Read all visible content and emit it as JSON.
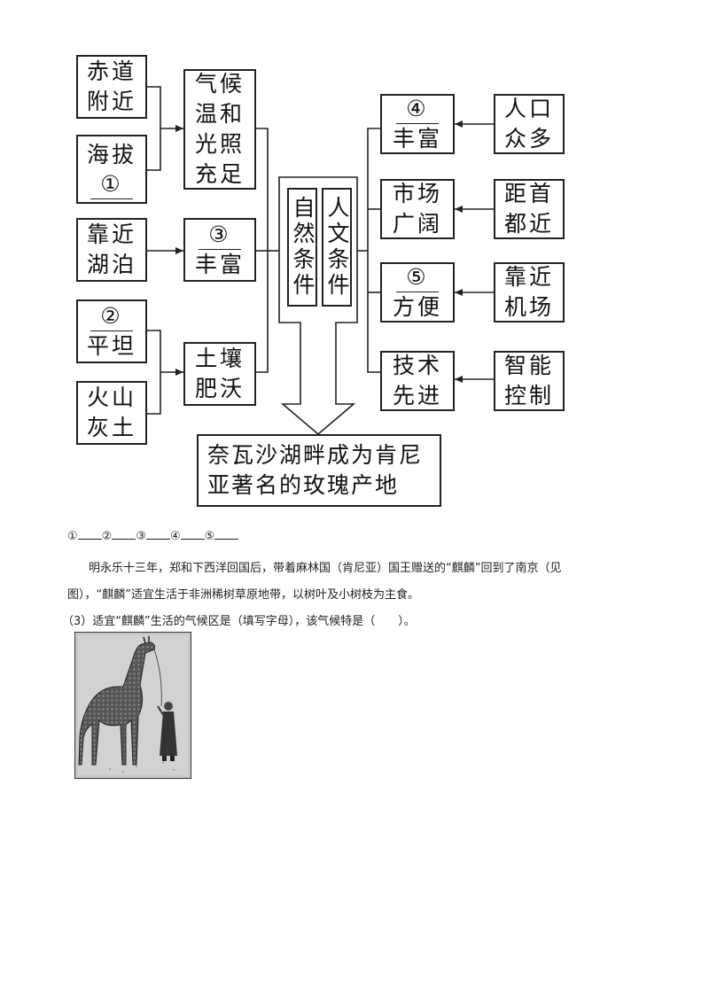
{
  "diagram": {
    "left": {
      "b1": [
        "赤道",
        "附近"
      ],
      "b2": {
        "line1": "海拔",
        "blank": "①"
      },
      "b3": [
        "靠近",
        "湖泊"
      ],
      "b4": {
        "blank": "②",
        "line2": "平坦"
      },
      "b5": [
        "火山",
        "灰土"
      ]
    },
    "mid_left": {
      "climate": [
        "气候",
        "温和",
        "光照",
        "充足"
      ],
      "water": {
        "blank": "③",
        "line2": "丰富"
      },
      "soil": [
        "土壤",
        "肥沃"
      ]
    },
    "center": {
      "natural": "自然条件",
      "human": "人文条件"
    },
    "result": [
      "奈瓦沙湖畔成为肯尼",
      "亚著名的玫瑰产地"
    ],
    "mid_right": {
      "r1": {
        "blank": "④",
        "line2": "丰富"
      },
      "r2": [
        "市场",
        "广阔"
      ],
      "r3": {
        "blank": "⑤",
        "line2": "方便"
      },
      "r4": [
        "技术",
        "先进"
      ]
    },
    "right": {
      "c1": [
        "人口",
        "众多"
      ],
      "c2": [
        "距首",
        "都近"
      ],
      "c3": [
        "靠近",
        "机场"
      ],
      "c4": [
        "智能",
        "控制"
      ]
    }
  },
  "answers_row": [
    "①",
    "②",
    "③",
    "④",
    "⑤"
  ],
  "paragraph": {
    "line1": "明永乐十三年，郑和下西洋回国后，带着麻林国（肯尼亚）国王赠送的“麒麟”回到了南京（见",
    "line2": "图），“麒麟”适宜生活于非洲稀树草原地带，以树叶及小树枝为主食。"
  },
  "question": "（3）适宜“麒麟”生活的气候区是（填写字母），该气候特是（　　）。"
}
